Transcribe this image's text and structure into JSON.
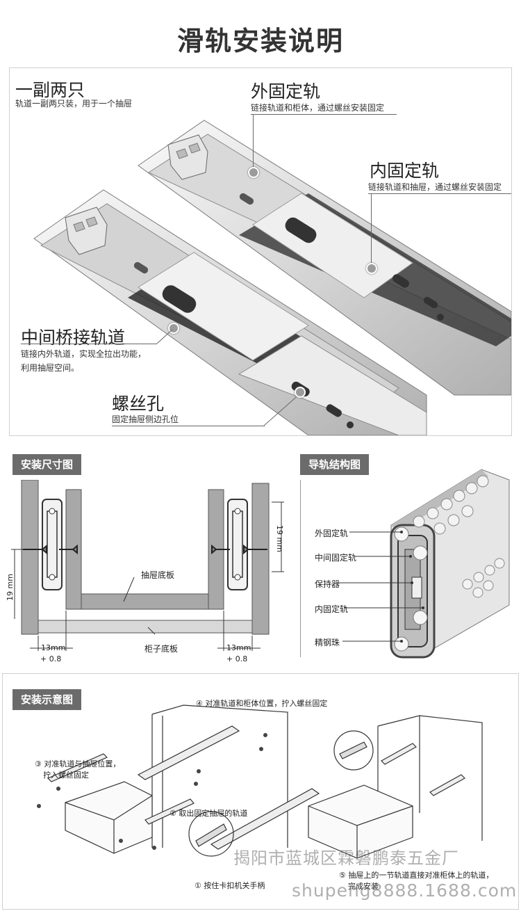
{
  "page_title": "滑轨安装说明",
  "callouts": {
    "pair": {
      "title": "一副两只",
      "desc": "轨道一副两只装，用于一个抽屉"
    },
    "outer_rail": {
      "title": "外固定轨",
      "desc": "链接轨道和柜体，通过螺丝安装固定"
    },
    "inner_rail": {
      "title": "内固定轨",
      "desc": "链接轨道和抽屉，通过螺丝安装固定"
    },
    "middle_rail": {
      "title": "中间桥接轨道",
      "desc_line1": "链接内外轨道，实现全拉出功能，",
      "desc_line2": "利用抽屉空间。"
    },
    "screw_hole": {
      "title": "螺丝孔",
      "desc": "固定抽屉侧边孔位"
    }
  },
  "install_size": {
    "tag": "安装尺寸图",
    "drawer_bottom": "抽屉底板",
    "cabinet_bottom": "柜子底板",
    "dim_left_v": "19 mm",
    "dim_right_v": "19 mm",
    "dim_left_h": "13mm",
    "dim_left_h_tol": "+ 0.8",
    "dim_right_h": "13mm",
    "dim_right_h_tol": "+ 0.8"
  },
  "structure": {
    "tag": "导轨结构图",
    "labels": [
      "外固定轨",
      "中间固定轨",
      "保持器",
      "内固定轨",
      "精钢珠"
    ]
  },
  "install_diagram": {
    "tag": "安装示意图",
    "step4": "④ 对准轨道和柜体位置，拧入螺丝固定",
    "step3_line1": "③ 对准轨道与抽屉位置，",
    "step3_line2": "拧入螺丝固定",
    "step2": "② 取出固定抽屉的轨道",
    "step1": "① 按住卡扣机关手柄",
    "step5_line1": "⑤ 抽屉上的一节轨道直接对准柜体上的轨道，",
    "step5_line2": "完成安装"
  },
  "watermark": {
    "line1": "揭阳市蓝城区霖磐鹏泰五金厂",
    "line2": "shupeng8888.1688.com"
  }
}
